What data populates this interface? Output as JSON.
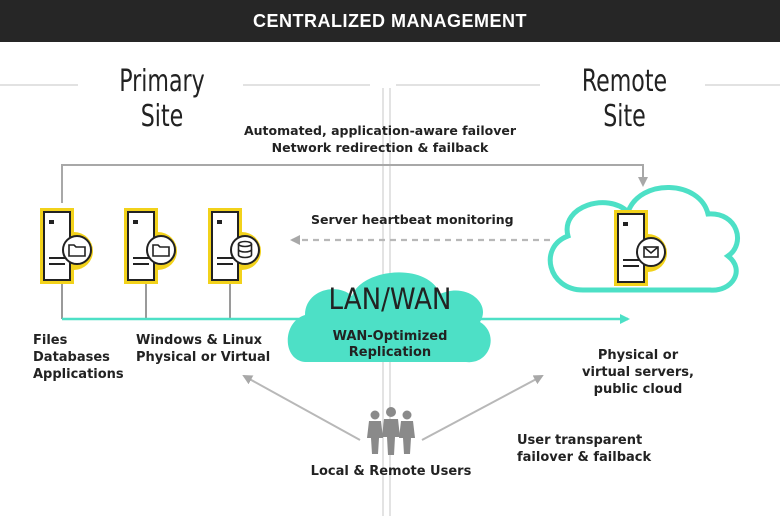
{
  "header": {
    "title": "CENTRALIZED MANAGEMENT"
  },
  "sites": {
    "primary": "Primary Site",
    "remote": "Remote Site"
  },
  "failover": {
    "line1": "Automated, application-aware failover",
    "line2": "Network redirection & failback"
  },
  "heartbeat": "Server heartbeat monitoring",
  "network": {
    "title": "LAN/WAN",
    "line1": "WAN-Optimized",
    "line2": "Replication"
  },
  "primary_labels": {
    "files": "Files",
    "databases": "Databases",
    "applications": "Applications",
    "os": "Windows & Linux",
    "type": "Physical or Virtual"
  },
  "remote_labels": {
    "line1": "Physical or",
    "line2": "virtual servers,",
    "line3": "public cloud"
  },
  "users": "Local & Remote Users",
  "user_failover": {
    "line1": "User transparent",
    "line2": "failover & failback"
  },
  "colors": {
    "header_bg": "#262626",
    "accent_yellow": "#f2d21b",
    "accent_teal": "#4de0c6",
    "line_gray": "#b3b3b3"
  }
}
